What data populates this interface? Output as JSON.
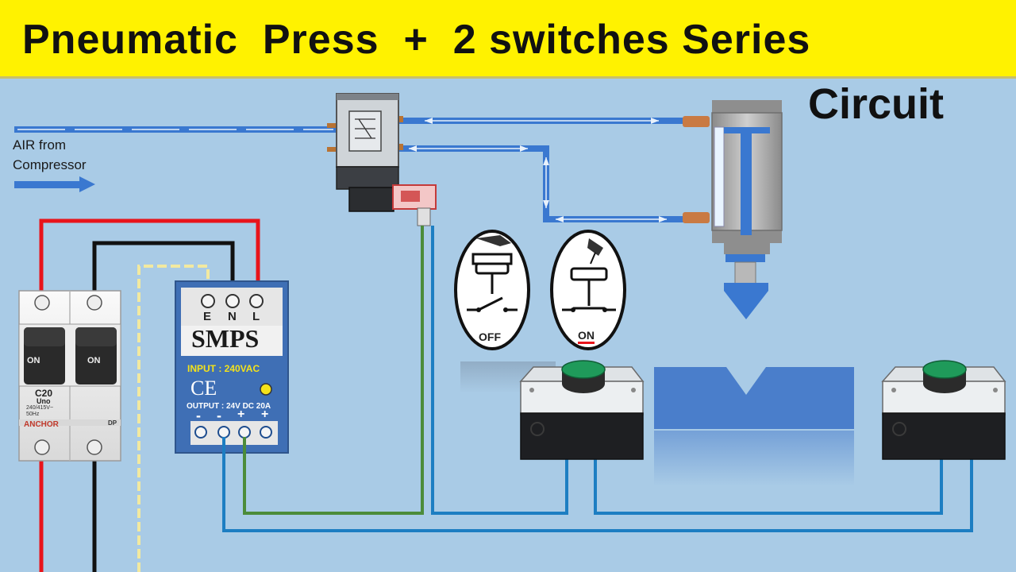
{
  "title": "Pneumatic  Press  +  2 switches Series",
  "subtitle": "Circuit",
  "air_label_line1": "AIR  from",
  "air_label_line2": "Compressor",
  "mcb": {
    "rating": "C20",
    "brand_small": "Uno",
    "spec": "240/415V~ 50Hz",
    "brand": "ANCHOR",
    "left_switch": "ON",
    "right_switch": "ON",
    "pole_mark": "DP"
  },
  "smps": {
    "terminals_top": [
      "E",
      "N",
      "L"
    ],
    "name": "SMPS",
    "input": "INPUT : 240VAC",
    "ce": "CE",
    "output": "OUTPUT : 24V DC 20A",
    "terminals_bottom": [
      "-",
      "-",
      "+",
      "+"
    ]
  },
  "switch_symbols": {
    "off_label": "OFF",
    "on_label": "ON"
  },
  "colors": {
    "title_bg": "#fff200",
    "background": "#a9cbe6",
    "live_wire": "#e8141b",
    "neutral_wire": "#111111",
    "earth_wire": "#f2e9a0",
    "dc_negative": "#1d7ec2",
    "dc_positive": "#4c8c3a",
    "pipe": "#3a78d0",
    "button_green": "#1f9a5a"
  }
}
